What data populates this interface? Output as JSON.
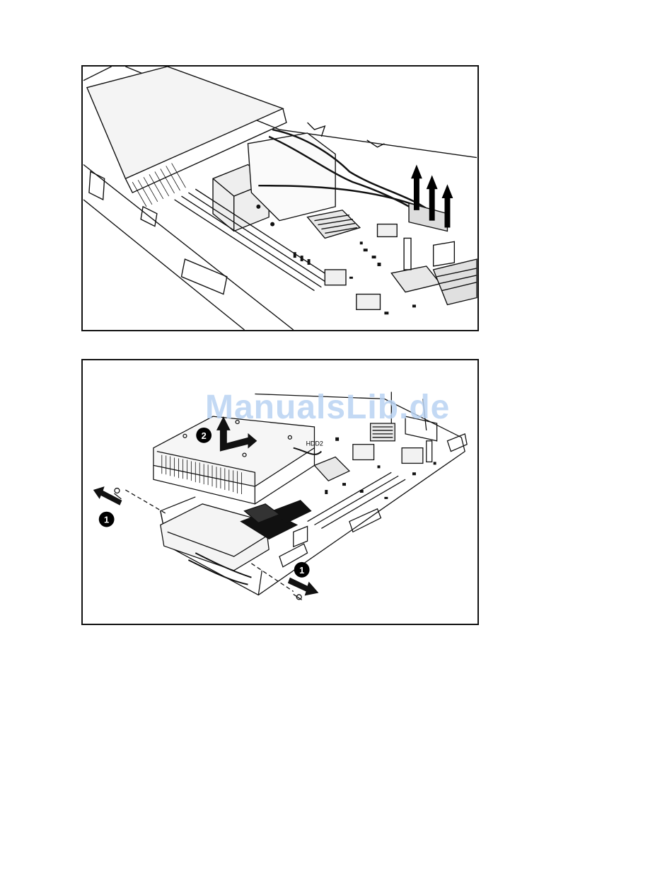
{
  "figures": [
    {
      "id": "cable-disconnect",
      "arrows": 3
    },
    {
      "id": "drive-cage-removal",
      "callouts": [
        "2",
        "1",
        "1"
      ],
      "board_label": "HDD2"
    }
  ],
  "watermark": "ManualsLib.de",
  "colors": {
    "line": "#111111",
    "watermark": "#b9d3f3",
    "arrow": "#000000"
  }
}
